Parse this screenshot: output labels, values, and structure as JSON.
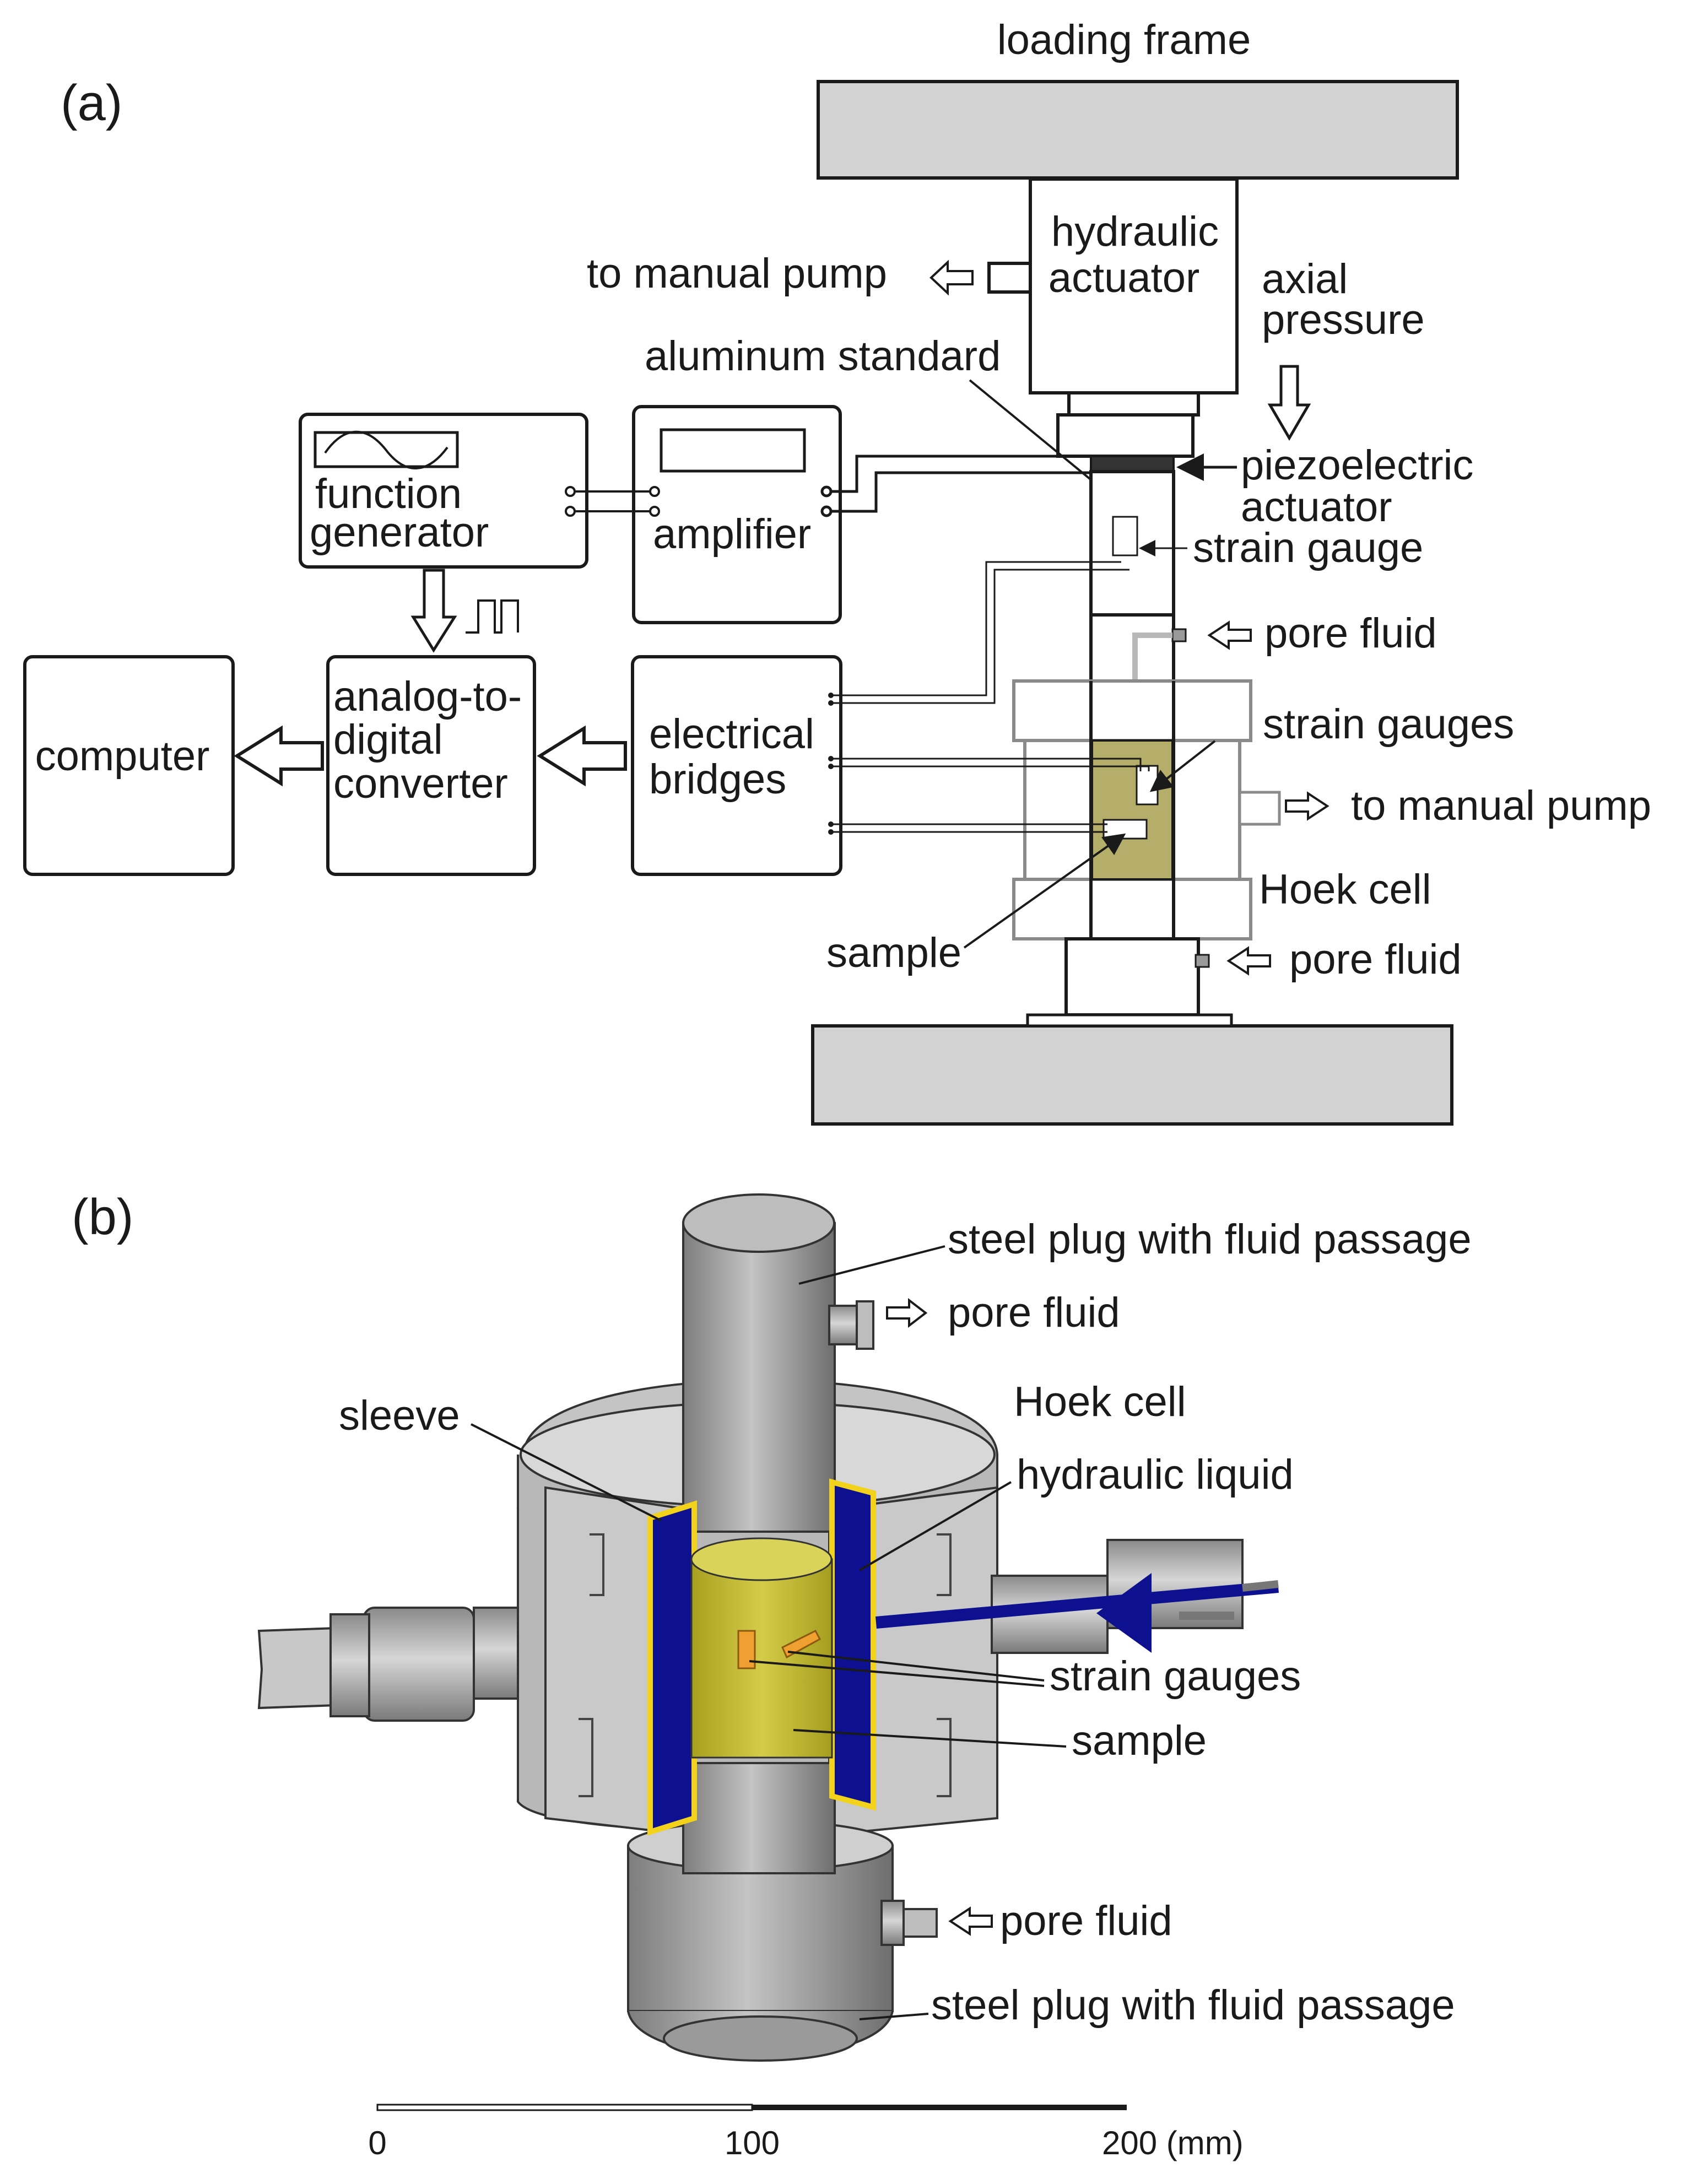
{
  "panel_a": {
    "panel_label": "(a)",
    "loading_frame": "loading frame",
    "hydraulic_actuator_1": "hydraulic",
    "hydraulic_actuator_2": "actuator",
    "to_manual_pump_top": "to manual pump",
    "axial_pressure_1": "axial",
    "axial_pressure_2": "pressure",
    "aluminum_standard": "aluminum standard",
    "piezo_1": "piezoelectric",
    "piezo_2": "actuator",
    "strain_gauge": "strain gauge",
    "function_generator_1": "function",
    "function_generator_2": "generator",
    "amplifier": "amplifier",
    "pore_fluid_top": "pore fluid",
    "computer": "computer",
    "adc_1": "analog-to-",
    "adc_2": "digital",
    "adc_3": "converter",
    "bridges_1": "electrical",
    "bridges_2": "bridges",
    "strain_gauges": "strain gauges",
    "to_manual_pump_right": "to manual pump",
    "hoek_cell": "Hoek cell",
    "sample": "sample",
    "pore_fluid_bottom": "pore fluid"
  },
  "panel_b": {
    "panel_label": "(b)",
    "steel_plug_top": "steel plug with fluid passage",
    "pore_fluid_top": "pore fluid",
    "hoek_cell": "Hoek cell",
    "sleeve": "sleeve",
    "hydraulic_liquid": "hydraulic liquid",
    "strain_gauges": "strain gauges",
    "sample": "sample",
    "pore_fluid_bottom": "pore fluid",
    "steel_plug_bottom": "steel plug with fluid passage"
  },
  "scale_bar": {
    "tick_0": "0",
    "tick_100": "100",
    "tick_200": "200 (mm)"
  },
  "colors": {
    "sample_fill_a": "#b5ad6a",
    "sample_fill_b": "#c9c040",
    "hydraulic_liquid": "#0d1190",
    "sleeve_outline": "#f2d21a",
    "strain_gauge_orange": "#f0a030",
    "steel_gray": "#a8a8a8",
    "frame_gray": "#d2d2d2"
  },
  "icons": [
    "sine-wave-icon",
    "square-pulse-icon",
    "hollow-arrow-icon"
  ]
}
